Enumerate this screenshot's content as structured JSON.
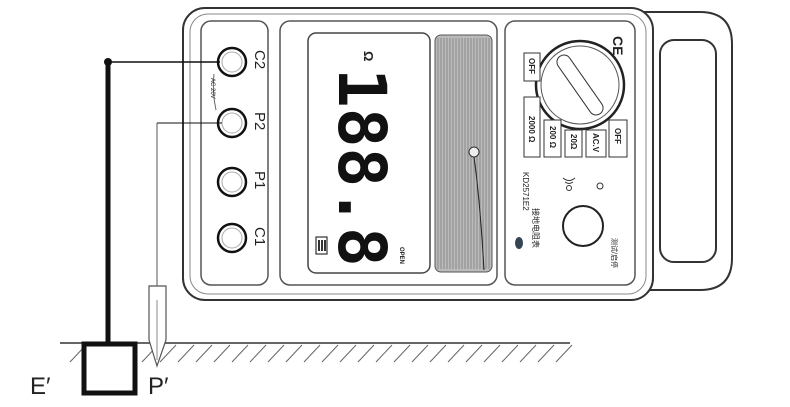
{
  "terminals": [
    "C2",
    "P2",
    "P1",
    "C1"
  ],
  "terminal_note": "AC 20V",
  "display": {
    "unit": "Ω",
    "reading": "188.8",
    "status": "OPEN"
  },
  "dial": {
    "positions": [
      "OFF",
      "2000 Ω",
      "200 Ω",
      "20Ω",
      "AC.V",
      "OFF"
    ]
  },
  "branding": {
    "ce_mark": "CE",
    "model": "KD2571E2",
    "product_name": "接地电阻表",
    "test_button_label": "测试/启停"
  },
  "ground_labels": {
    "earth": "E′",
    "potential": "P′"
  }
}
